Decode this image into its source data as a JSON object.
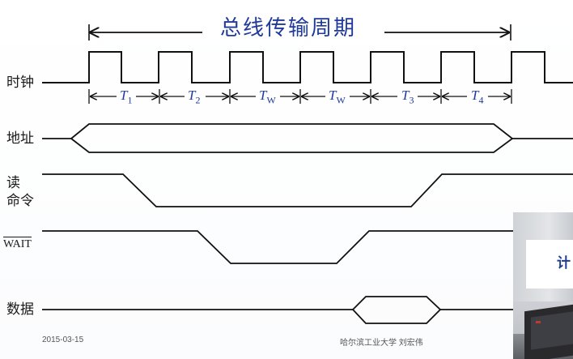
{
  "title": "总线传输周期",
  "signals": {
    "clock": "时钟",
    "address": "地址",
    "read_line1": "读",
    "read_line2": "命令",
    "wait": "WAIT",
    "data": "数据"
  },
  "periods": [
    {
      "letter": "T",
      "sub": "1"
    },
    {
      "letter": "T",
      "sub": "2"
    },
    {
      "letter": "T",
      "sub": "W"
    },
    {
      "letter": "T",
      "sub": "W"
    },
    {
      "letter": "T",
      "sub": "3"
    },
    {
      "letter": "T",
      "sub": "4"
    }
  ],
  "footer": {
    "date": "2015-03-15",
    "institution": "哈尔滨工业大学  刘宏伟"
  },
  "video_overlay": {
    "board_text": "计"
  },
  "colors": {
    "accent": "#1f3a9a",
    "signal": "#111111"
  }
}
